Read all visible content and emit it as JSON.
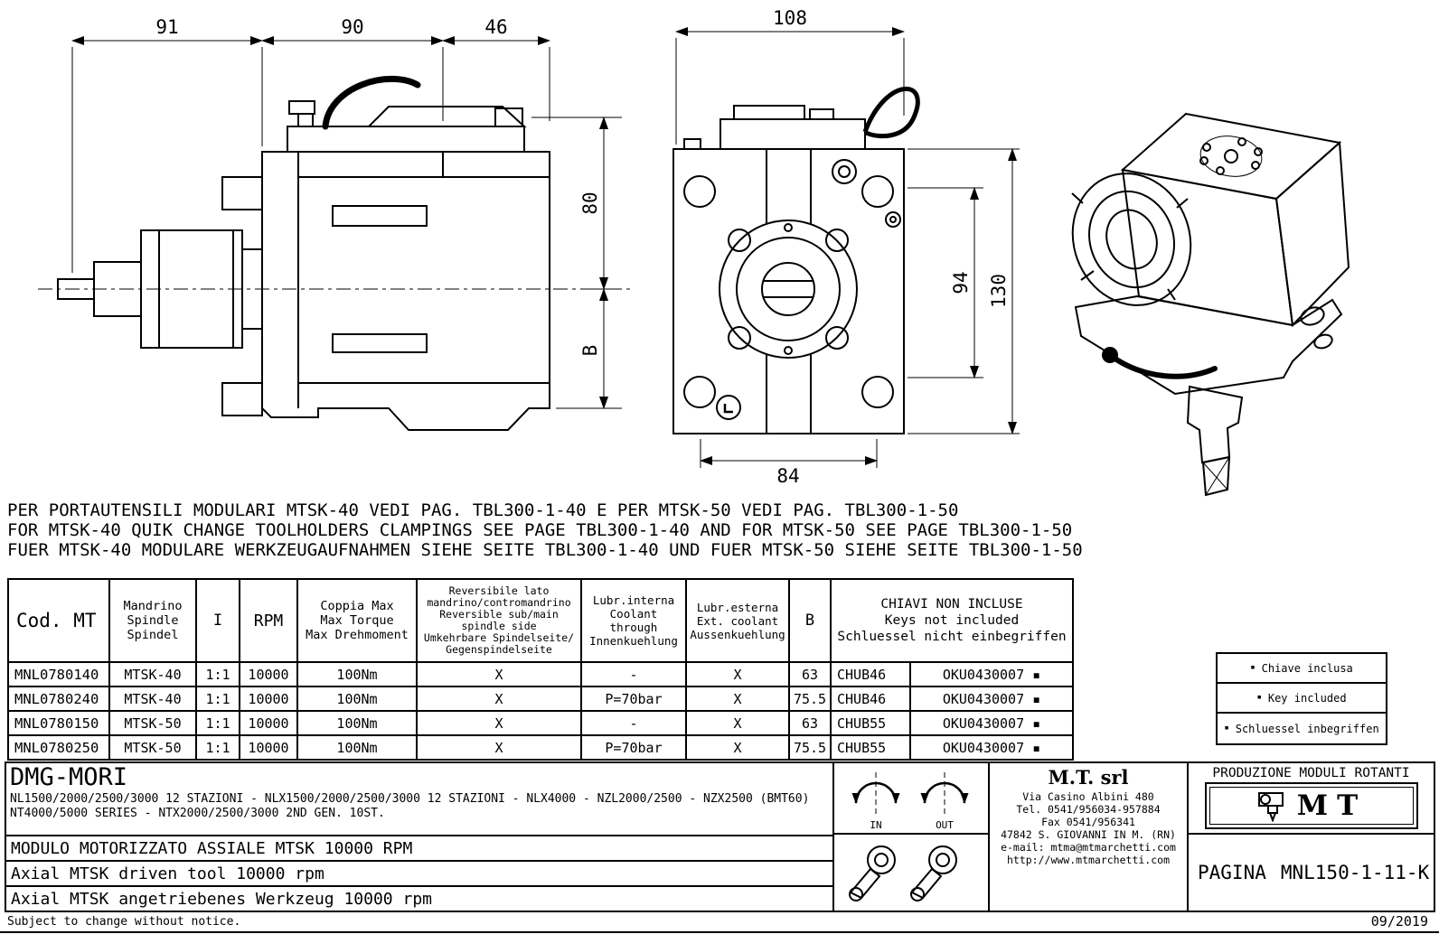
{
  "drawings": {
    "side_view": {
      "top_dims": [
        "91",
        "90",
        "46"
      ],
      "right_dims": [
        "80",
        "B"
      ]
    },
    "front_view": {
      "top_dim": "108",
      "bottom_dim": "84",
      "right_dims": [
        "94",
        "130"
      ]
    }
  },
  "notes": {
    "line1": "PER PORTAUTENSILI MODULARI MTSK-40 VEDI PAG. TBL300-1-40 E PER MTSK-50 VEDI PAG. TBL300-1-50",
    "line2": "FOR MTSK-40 QUIK CHANGE TOOLHOLDERS CLAMPINGS SEE PAGE TBL300-1-40 AND FOR MTSK-50 SEE PAGE TBL300-1-50",
    "line3": "FUER MTSK-40 MODULARE WERKZEUGAUFNAHMEN SIEHE SEITE TBL300-1-40 UND FUER MTSK-50 SIEHE SEITE TBL300-1-50"
  },
  "table": {
    "headers": [
      "Cod. MT",
      "Mandrino\nSpindle\nSpindel",
      "I",
      "RPM",
      "Coppia Max\nMax Torque\nMax Drehmoment",
      "Reversibile lato\nmandrino/contromandrino\nReversible sub/main\nspindle side\nUmkehrbare Spindelseite/\nGegenspindelseite",
      "Lubr.interna\nCoolant through\nInnenkuehlung",
      "Lubr.esterna\nExt. coolant\nAussenkuehlung",
      "B",
      "CHIAVI NON INCLUSE\nKeys not included\nSchluessel nicht einbegriffen"
    ],
    "rows": [
      [
        "MNL0780140",
        "MTSK-40",
        "1:1",
        "10000",
        "100Nm",
        "X",
        "-",
        "X",
        "63",
        "CHUB46",
        "OKU0430007 ▪"
      ],
      [
        "MNL0780240",
        "MTSK-40",
        "1:1",
        "10000",
        "100Nm",
        "X",
        "P=70bar",
        "X",
        "75.5",
        "CHUB46",
        "OKU0430007 ▪"
      ],
      [
        "MNL0780150",
        "MTSK-50",
        "1:1",
        "10000",
        "100Nm",
        "X",
        "-",
        "X",
        "63",
        "CHUB55",
        "OKU0430007 ▪"
      ],
      [
        "MNL0780250",
        "MTSK-50",
        "1:1",
        "10000",
        "100Nm",
        "X",
        "P=70bar",
        "X",
        "75.5",
        "CHUB55",
        "OKU0430007 ▪"
      ]
    ]
  },
  "legend": {
    "marker": "▪",
    "items": [
      "Chiave inclusa",
      "Key included",
      "Schluessel inbegriffen"
    ]
  },
  "titleblock": {
    "brand": "DMG-MORI",
    "machines_line1": "NL1500/2000/2500/3000 12 STAZIONI - NLX1500/2000/2500/3000 12 STAZIONI - NLX4000 - NZL2000/2500 - NZX2500 (BMT60)",
    "machines_line2": "NT4000/5000 SERIES - NTX2000/2500/3000 2ND GEN. 10ST.",
    "desc_it": "MODULO MOTORIZZATO ASSIALE MTSK 10000 RPM",
    "desc_en": "Axial MTSK driven tool 10000 rpm",
    "desc_de": "Axial MTSK angetriebenes Werkzeug 10000 rpm",
    "in_label": "IN",
    "out_label": "OUT",
    "company": {
      "name": "M.T. srl",
      "address": "Via Casino Albini 480",
      "tel": "Tel. 0541/956034-957884",
      "fax": "Fax 0541/956341",
      "city": "47842 S. GIOVANNI IN M. (RN)",
      "email": "e-mail: mtma@mtmarchetti.com",
      "web": "http://www.mtmarchetti.com"
    },
    "production": "PRODUZIONE MODULI ROTANTI",
    "logo": "MT",
    "page_label": "PAGINA",
    "page_value": "MNL150-1-11-K"
  },
  "footer": {
    "note": "Subject to change without notice.",
    "date": "09/2019"
  }
}
